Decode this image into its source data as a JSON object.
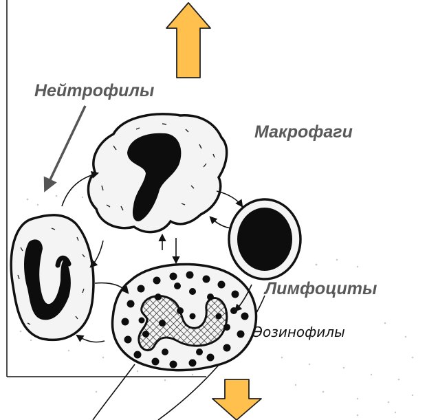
{
  "labels": {
    "neutrophils": "Нейтрофилы",
    "macrophages": "Макрофаги",
    "lymphocytes": "Лимфоциты",
    "eosinophils": "Эозинофилы"
  },
  "colors": {
    "arrow_fill": "#FFC04D",
    "arrow_stroke": "#222222",
    "label_text": "#595959",
    "cell_fill": "#F4F4F4",
    "nucleus": "#0D0D0D",
    "pointer": "#555555"
  },
  "arrows": {
    "top_direction": "up",
    "bottom_direction": "down"
  }
}
